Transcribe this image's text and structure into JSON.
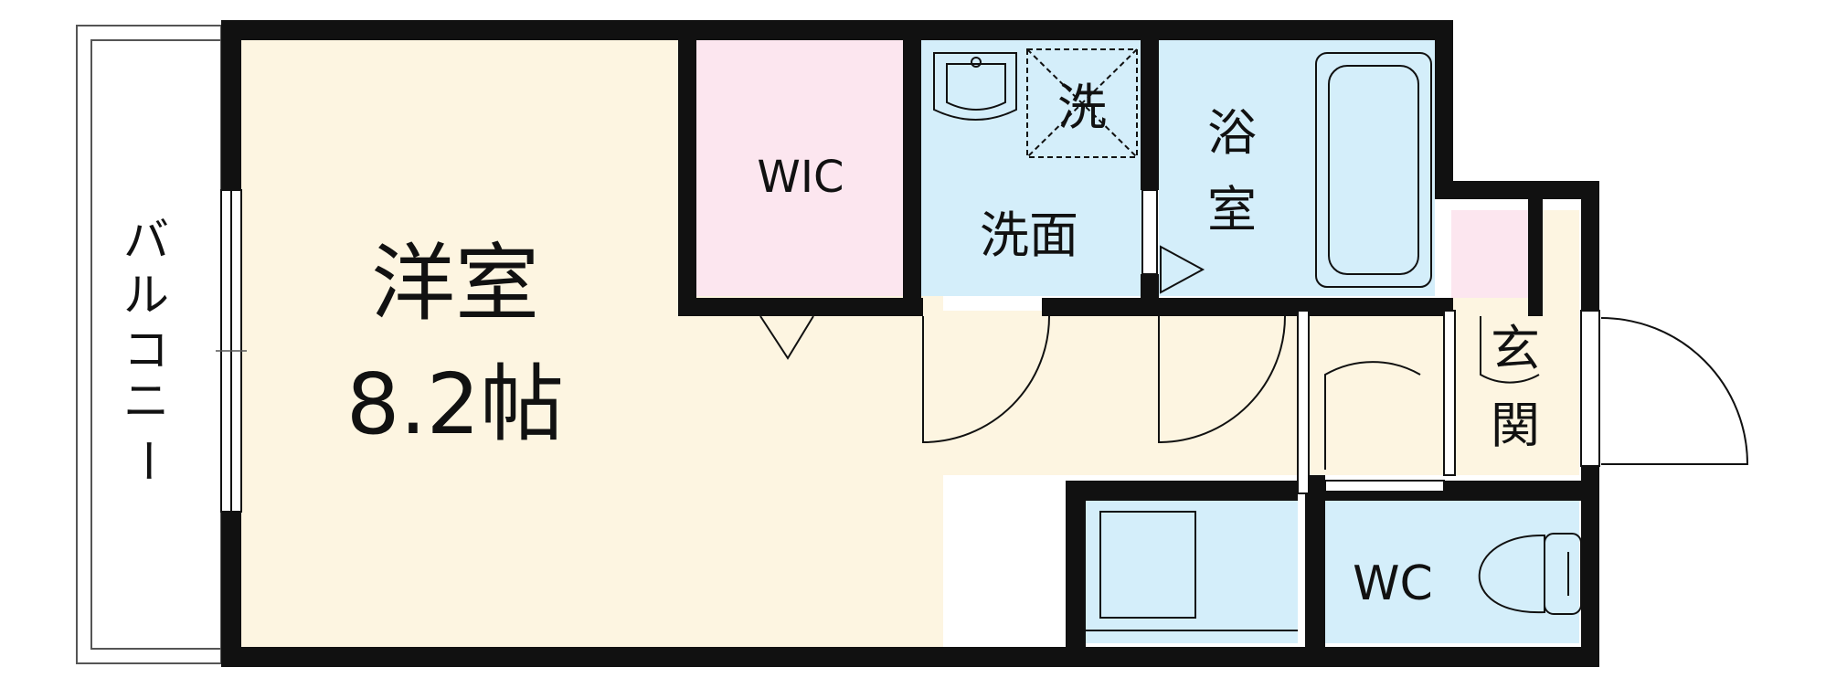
{
  "rooms": {
    "western_room": {
      "name": "洋室",
      "size": "8.2帖"
    },
    "wic": "WIC",
    "washroom": "洗面",
    "washer": "洗",
    "bathroom": [
      "浴",
      "室"
    ],
    "entrance": [
      "玄",
      "関"
    ],
    "wc": "WC",
    "balcony": [
      "バ",
      "ル",
      "コ",
      "ニ",
      "ー"
    ]
  },
  "colors": {
    "wall": "#111111",
    "floor": "#fdf5e1",
    "wet_area": "#d4eefa",
    "closet": "#fce6ef",
    "balcony": "#ffffff"
  }
}
